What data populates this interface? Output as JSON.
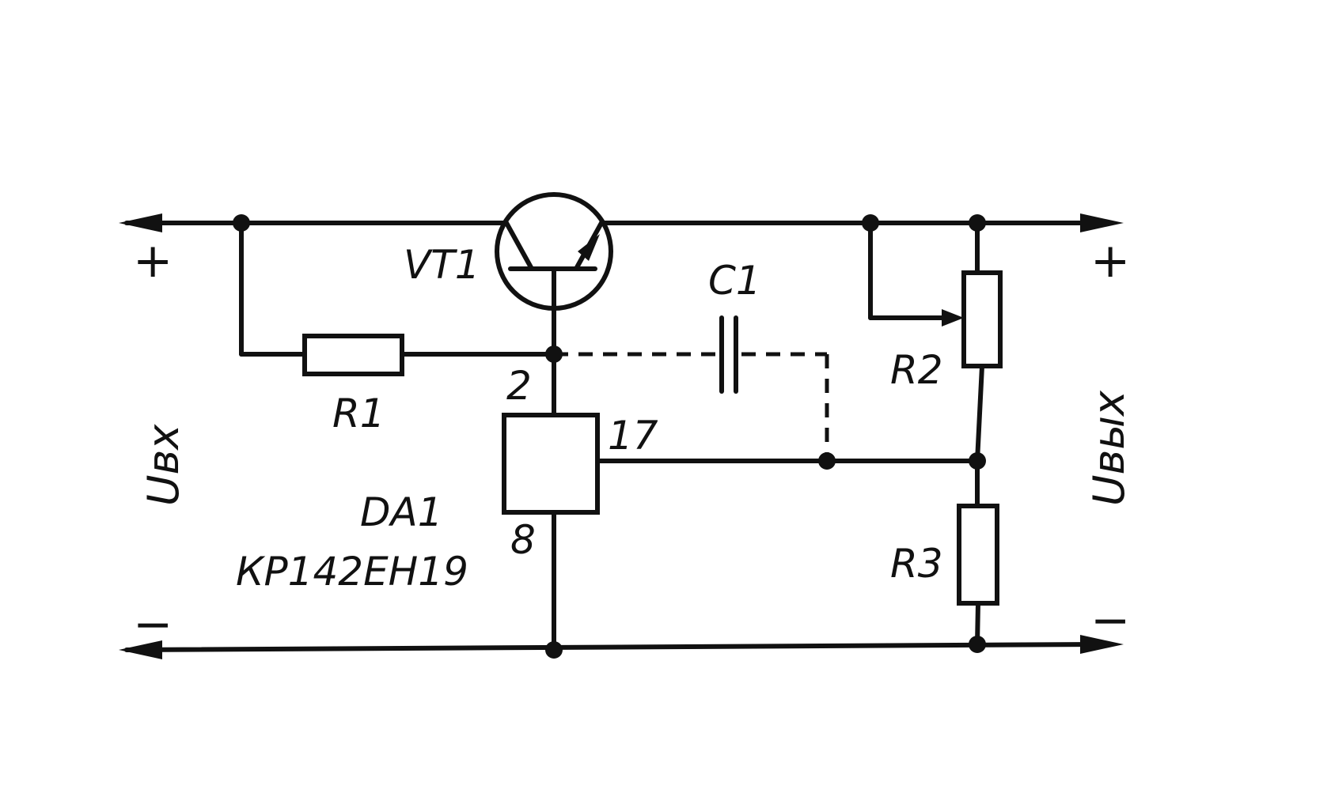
{
  "labels": {
    "input_voltage": "Uвх",
    "output_voltage": "Uвых",
    "input_plus": "+",
    "input_minus": "−",
    "output_plus": "+",
    "output_minus": "−",
    "transistor": "VT1",
    "capacitor": "C1",
    "resistor_r1": "R1",
    "resistor_r2": "R2",
    "resistor_r3": "R3",
    "pin_2": "2",
    "pin_17": "17",
    "pin_8": "8",
    "chip_name": "DA1",
    "chip_part": "КР142ЕН19"
  },
  "colors": {
    "ink": "#111111",
    "background": "#ffffff"
  }
}
